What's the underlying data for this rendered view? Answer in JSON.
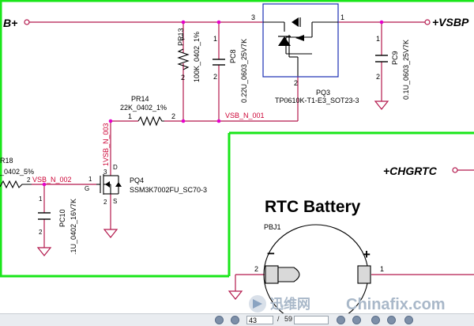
{
  "schematic": {
    "nets": {
      "b_plus": "B+",
      "vsbp": "+VSBP",
      "chgrtc": "+CHGRTC",
      "vsb_n_001": "VSB_N_001",
      "vsb_n_002": "VSB_N_002",
      "vsb_n_003": "1VSB_N_003"
    },
    "components": {
      "pr13": {
        "ref": "PR13",
        "value": "100K_0402_1%"
      },
      "pc8": {
        "ref": "PC8",
        "value": "0.22U_0603_25V7K"
      },
      "pc9": {
        "ref": "PC9",
        "value": "0.1U_0603_25V7K"
      },
      "pq3": {
        "ref": "PQ3",
        "value": "TP0610K-T1-E3_SOT23-3"
      },
      "pr14": {
        "ref": "PR14",
        "value": "22K_0402_1%"
      },
      "pq4": {
        "ref": "PQ4",
        "value": "SSM3K7002FU_SC70-3"
      },
      "pr18": {
        "ref": "R18",
        "value": "_0402_5%"
      },
      "pc10": {
        "ref": "PC10",
        "value": ".1U_0402_16V7K"
      },
      "pbj1": {
        "ref": "PBJ1"
      }
    },
    "pins": {
      "p1": "1",
      "p2": "2",
      "p3": "3",
      "d": "D",
      "g": "G",
      "s": "S"
    },
    "rtc_title": "RTC Battery",
    "battery_minus": "−",
    "battery_plus": "+"
  },
  "toolbar": {
    "page_current": "43",
    "page_separator": "/",
    "page_total": "59"
  },
  "watermark": {
    "cn_text": "迅维网",
    "en_text": "Chinafix.com"
  },
  "colors": {
    "wire": "#b3194d",
    "junction": "#e600cc",
    "green_frame": "#19e619",
    "ground": "#b3194d",
    "text": "#000000",
    "net_label": "#cc0033"
  }
}
